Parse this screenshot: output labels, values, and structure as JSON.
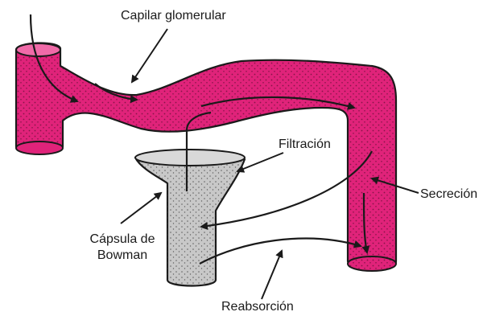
{
  "labels": {
    "capillary": "Capilar glomerular",
    "filtration": "Filtración",
    "secretion": "Secreción",
    "capsule_line1": "Cápsula de",
    "capsule_line2": "Bowman",
    "reabsorption": "Reabsorción"
  },
  "colors": {
    "capillary_fill": "#e0237a",
    "capsule_fill": "#c8c8c8",
    "outline": "#1a1a1a",
    "stipple": "#2b0a18"
  }
}
